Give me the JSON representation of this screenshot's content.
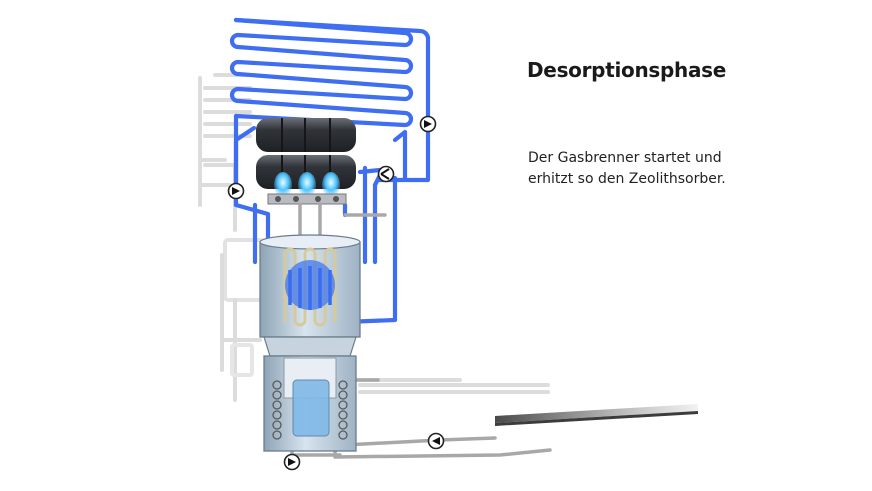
{
  "title": "Desorptionsphase",
  "description": {
    "line1": "Der Gasbrenner startet und",
    "line2": "erhitzt so den Zeolithsorber."
  },
  "colors": {
    "active_pipe": "#3f6ff0",
    "inactive_pipe": "#d6d6d6",
    "grey_pipe": "#a8a8a8",
    "tank": "#b4c8da",
    "flame": "#56c8ff",
    "burner": "#3d4147"
  }
}
